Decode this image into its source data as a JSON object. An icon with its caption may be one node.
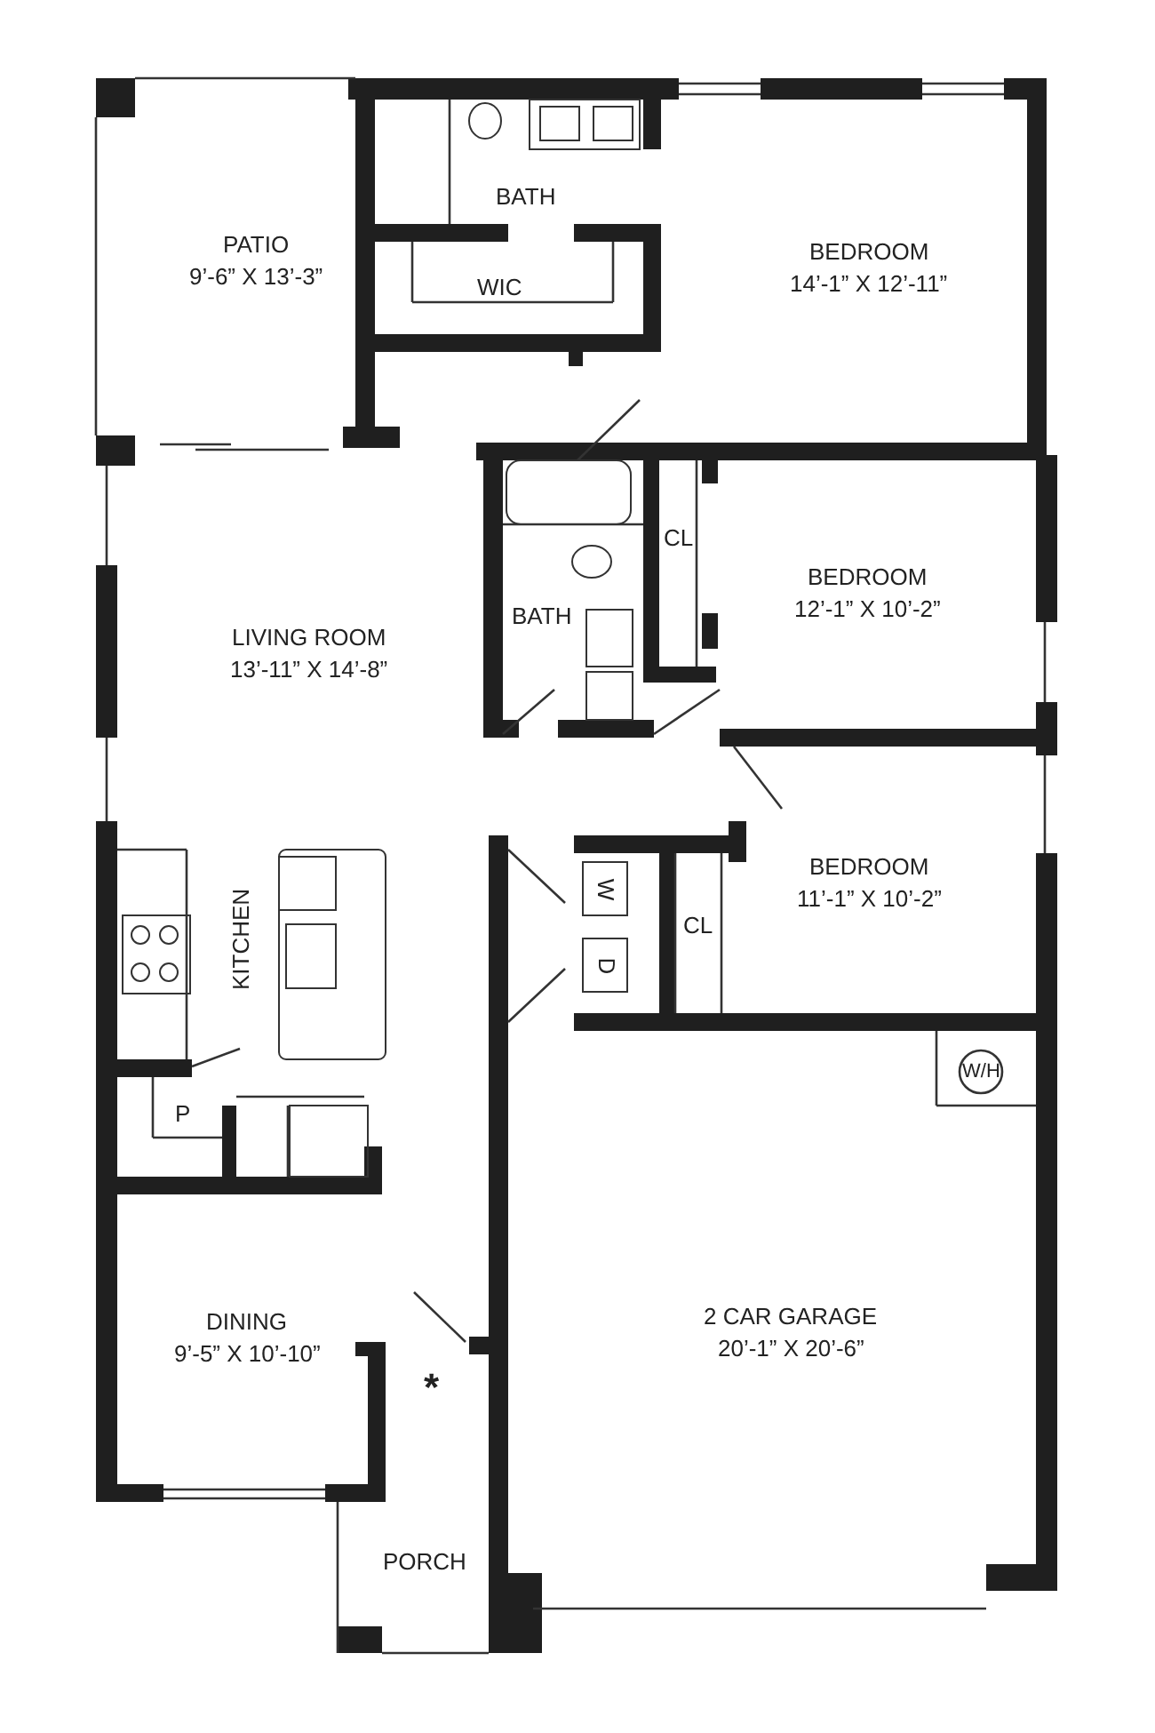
{
  "diagram": {
    "labels": [
      "PATIO",
      "9’-6” X 13’-3”",
      "BATH",
      "WIC",
      "BEDROOM",
      "14’-1” X 12’-11”",
      "CL",
      "BEDROOM",
      "12’-1” X 10’-2”",
      "BATH",
      "LIVING ROOM",
      "13’-11” X 14’-8”",
      "KITCHEN",
      "W",
      "BEDROOM",
      "11’-1” X 10’-2”",
      "CL",
      "D",
      "W/H",
      "P",
      "2 CAR GARAGE",
      "20’-1” X 20’-6”",
      "DINING",
      "9’-5” X 10’-10”",
      "*",
      "PORCH"
    ]
  }
}
